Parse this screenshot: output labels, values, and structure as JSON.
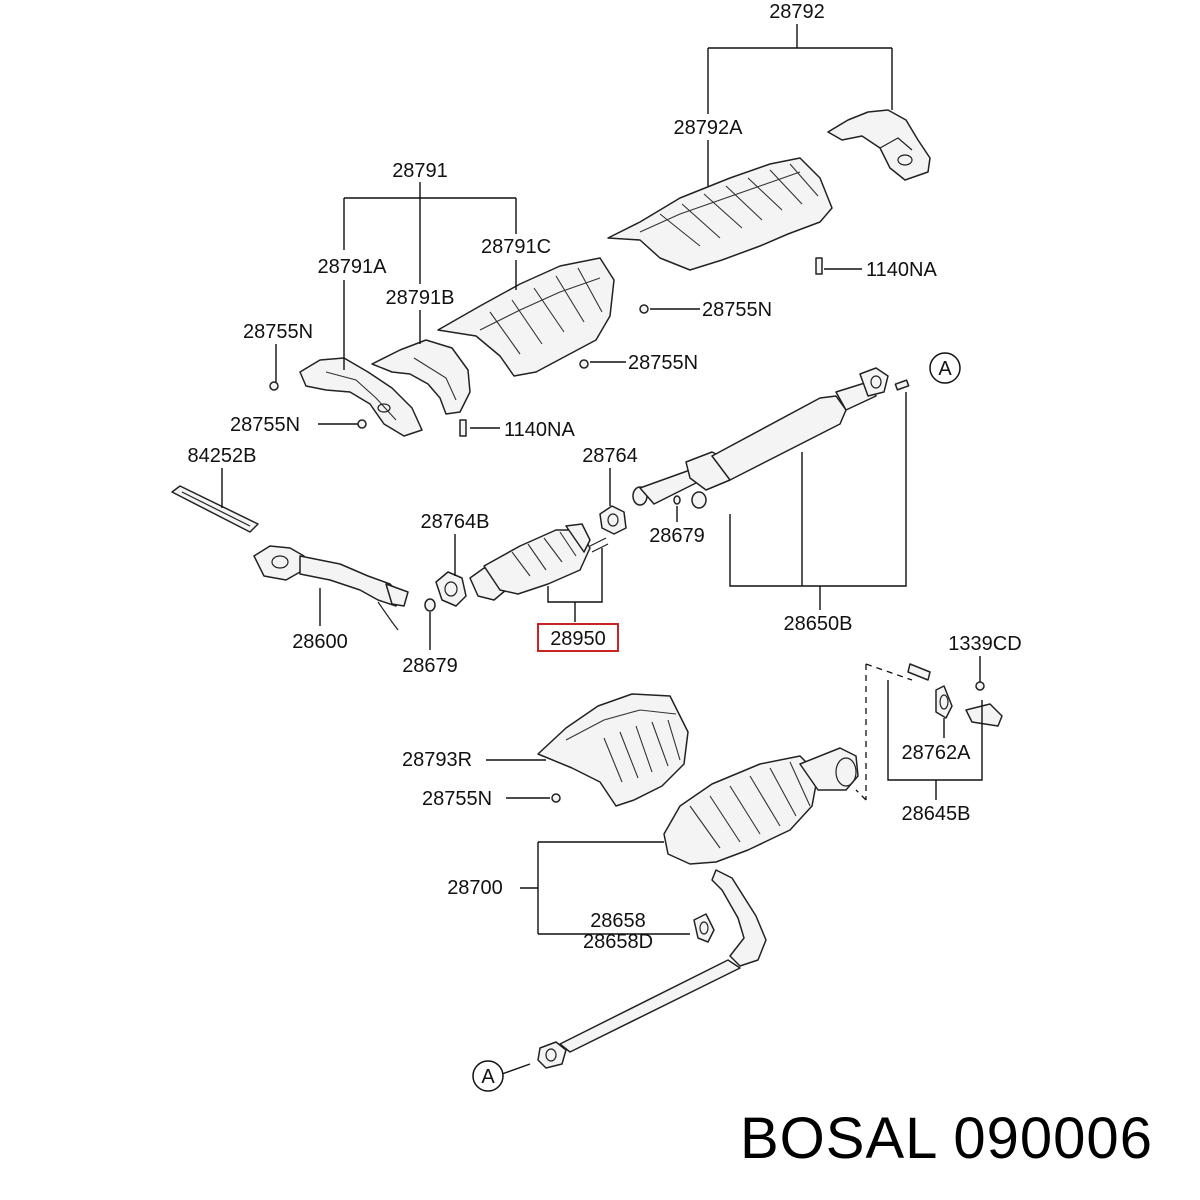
{
  "labels": {
    "p28792": "28792",
    "p28792A": "28792A",
    "p28791": "28791",
    "p28791A": "28791A",
    "p28791B": "28791B",
    "p28791C": "28791C",
    "p28755N_a": "28755N",
    "p28755N_b": "28755N",
    "p28755N_c": "28755N",
    "p28755N_d": "28755N",
    "p28755N_e": "28755N",
    "p1140NA_a": "1140NA",
    "p1140NA_b": "1140NA",
    "p84252B": "84252B",
    "p28764": "28764",
    "p28764B": "28764B",
    "p28679_a": "28679",
    "p28679_b": "28679",
    "p28600": "28600",
    "p28950": "28950",
    "p28650B": "28650B",
    "p1339CD": "1339CD",
    "p28762A": "28762A",
    "p28645B": "28645B",
    "p28793R": "28793R",
    "p28700": "28700",
    "p28658": "28658",
    "p28658D": "28658D",
    "refA_top": "A",
    "refA_bottom": "A"
  },
  "highlight_color": "#cc2222",
  "footer": {
    "brand": "BOSAL",
    "part_number": "090006"
  }
}
